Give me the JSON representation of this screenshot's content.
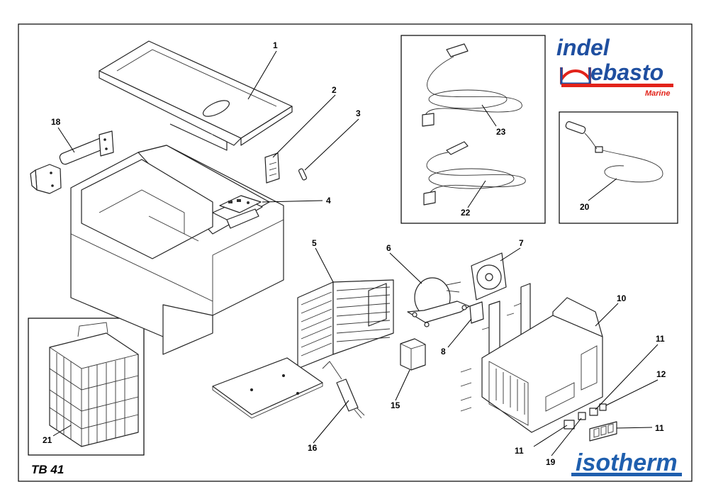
{
  "brand": {
    "indel": "indel",
    "webasto": "ebasto",
    "marine": "Marine",
    "isotherm": "isotherm",
    "colors": {
      "indel_blue": "#1f4fa0",
      "webasto_red": "#e2231a",
      "isotherm_blue": "#1f5fae"
    }
  },
  "model_label": "TB 41",
  "callouts": {
    "c1": "1",
    "c2": "2",
    "c3": "3",
    "c4": "4",
    "c5": "5",
    "c6": "6",
    "c7": "7",
    "c8": "8",
    "c10": "10",
    "c11a": "11",
    "c11b": "11",
    "c11c": "11",
    "c12": "12",
    "c15": "15",
    "c16": "16",
    "c18": "18",
    "c19": "19",
    "c20": "20",
    "c21": "21",
    "c22": "22",
    "c23": "23"
  }
}
